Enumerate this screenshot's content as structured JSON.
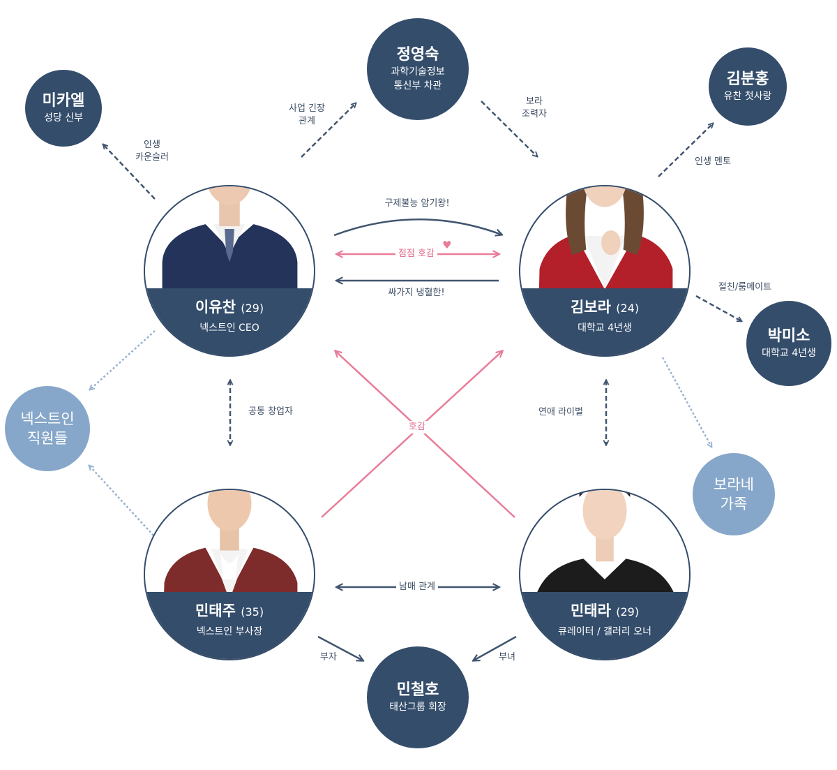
{
  "colors": {
    "dark": "#344d6b",
    "light": "#86a7c9",
    "pink": "#e97c98",
    "line": "#41556f"
  },
  "characters": {
    "yuchan": {
      "name": "이유찬",
      "age": "(29)",
      "role": "넥스트인 CEO"
    },
    "bora": {
      "name": "김보라",
      "age": "(24)",
      "role": "대학교 4년생"
    },
    "taeju": {
      "name": "민태주",
      "age": "(35)",
      "role": "넥스트인 부사장"
    },
    "taera": {
      "name": "민태라",
      "age": "(29)",
      "role": "큐레이터 / 갤러리 오너"
    }
  },
  "nodes": {
    "michael": {
      "name": "미카엘",
      "sub": "성당 신부"
    },
    "jung": {
      "name": "정영숙",
      "sub1": "과학기술정보",
      "sub2": "통신부 차관"
    },
    "bunhong": {
      "name": "김분홍",
      "sub": "유찬 첫사랑"
    },
    "miso": {
      "name": "박미소",
      "sub": "대학교 4년생"
    },
    "nextin": {
      "line1": "넥스트인",
      "line2": "직원들"
    },
    "boranefam": {
      "line1": "보라네",
      "line2": "가족"
    },
    "cheolho": {
      "name": "민철호",
      "sub": "태산그룹 회장"
    }
  },
  "labels": {
    "counselor": [
      "인생",
      "카운슬러"
    ],
    "business": [
      "사업 긴장",
      "관계"
    ],
    "helper": [
      "보라",
      "조력자"
    ],
    "mentor": "인생 멘토",
    "rival_love": "구제불능 암기왕!",
    "growing": "점점 호감",
    "cold": "싸가지 냉혈한!",
    "roommate": "절친/룸메이트",
    "cofounder": "공동 창업자",
    "liking": "호감",
    "love_rival": "연애 라이벌",
    "siblings": "남매 관계",
    "father_son": "부자",
    "father_daughter": "부녀"
  }
}
